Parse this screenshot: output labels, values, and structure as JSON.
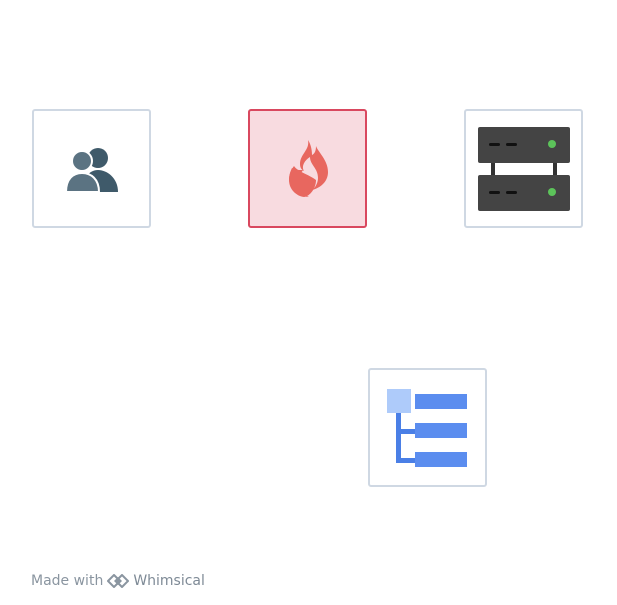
{
  "nodes": [
    {
      "id": "users",
      "icon": "users-icon",
      "icon_color": "#4f6b7c"
    },
    {
      "id": "fire",
      "icon": "fire-icon",
      "icon_color": "#e8675f",
      "fill": "#f8dbe0",
      "border": "#d9485f"
    },
    {
      "id": "server",
      "icon": "server-icon",
      "icon_color": "#444444",
      "accent": "#5cc35a"
    },
    {
      "id": "tree",
      "icon": "tree-list-icon",
      "icon_color": "#5b8def",
      "accent": "#aecbfa"
    }
  ],
  "footer": {
    "prefix": "Made with",
    "brand": "Whimsical",
    "logo_icon": "whimsical-logo-icon"
  }
}
